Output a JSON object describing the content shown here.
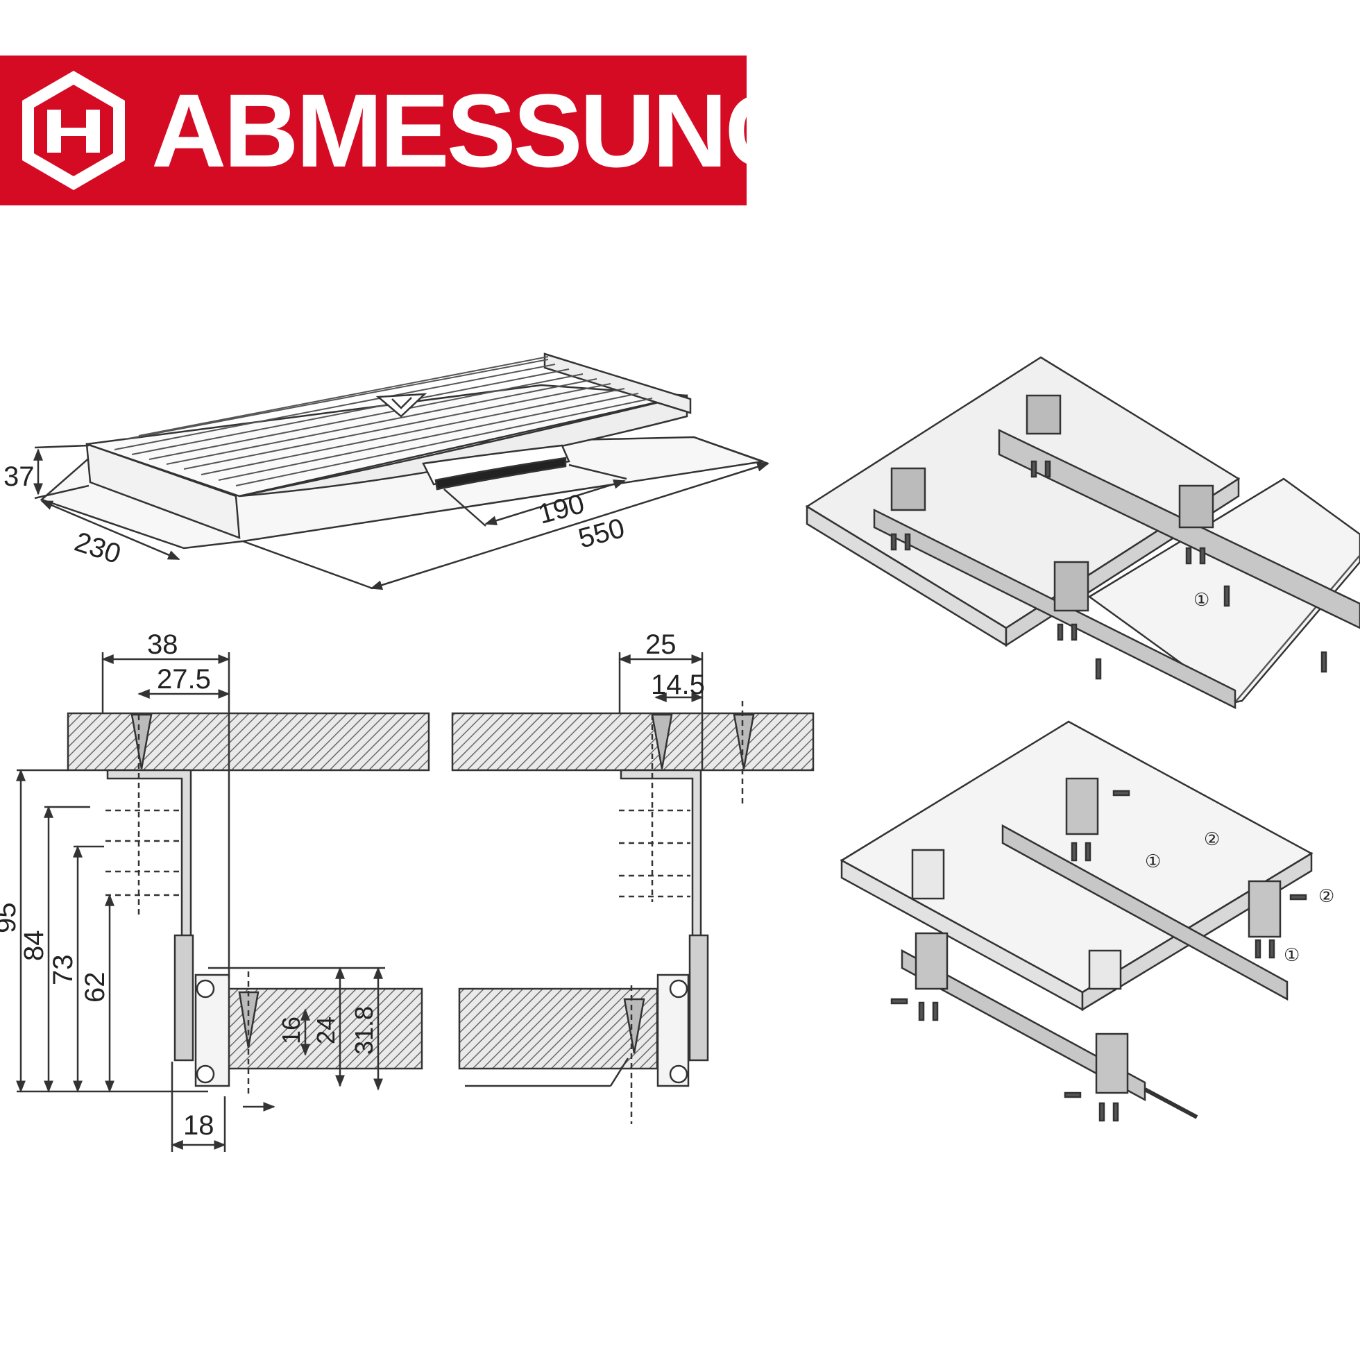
{
  "header": {
    "title": "ABMESSUNGEN",
    "brand_color": "#d50b24",
    "logo_icon": "hexagon-h-logo-icon"
  },
  "tray_drawing": {
    "dim_height": "37",
    "dim_depth": "230",
    "dim_opening": "190",
    "dim_width": "550"
  },
  "section_left": {
    "dim_top_outer": "38",
    "dim_top_inner": "27.5",
    "dim_v1": "95",
    "dim_v2": "84",
    "dim_v3": "73",
    "dim_v4": "62",
    "dim_board_1": "16",
    "dim_board_2": "24",
    "dim_board_3": "31.8",
    "dim_bottom": "18"
  },
  "section_right": {
    "dim_top_outer": "25",
    "dim_top_inner": "14.5"
  },
  "assembly": {
    "step_1": "①",
    "step_2": "②"
  }
}
